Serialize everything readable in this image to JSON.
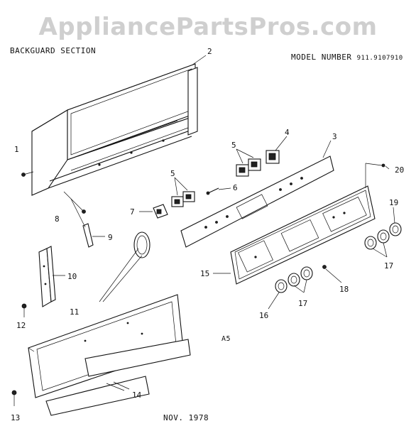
{
  "watermark": "AppliancePartsPros.com",
  "section_title": "BACKGUARD SECTION",
  "model_label": "MODEL NUMBER",
  "model_number": "911.9107910",
  "footer_date": "NOV. 1978",
  "ref_code": "A5",
  "callouts": {
    "c1": "1",
    "c2": "2",
    "c3": "3",
    "c4": "4",
    "c5a": "5",
    "c5b": "5",
    "c6": "6",
    "c7": "7",
    "c8": "8",
    "c9": "9",
    "c10": "10",
    "c11": "11",
    "c12": "12",
    "c13": "13",
    "c14": "14",
    "c15": "15",
    "c16": "16",
    "c17a": "17",
    "c17b": "17",
    "c18": "18",
    "c19": "19",
    "c20": "20"
  }
}
